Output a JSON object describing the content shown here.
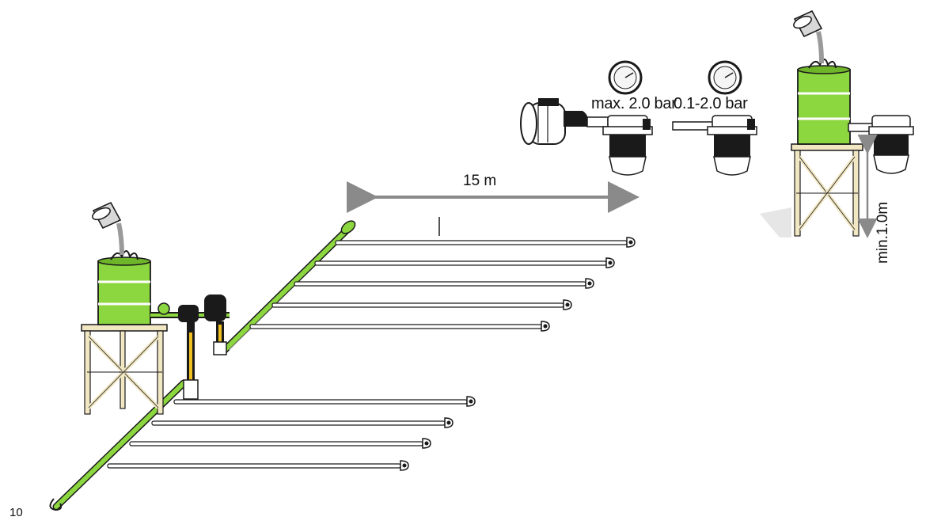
{
  "labels": {
    "distance": "15 m",
    "max_pressure": "max. 2.0 bar",
    "pressure_range": "0.1-2.0 bar",
    "min_height": "min.1.0m",
    "page_number": "10"
  },
  "colors": {
    "green": "#8cd63f",
    "green_dark": "#6fb52a",
    "outline": "#1a1a1a",
    "pipe": "#ffffff",
    "arrow": "#8a8a8a",
    "wood": "#f1e7c3",
    "tube_yellow": "#f0c020",
    "shadow": "#d6d6d6"
  },
  "icons": {
    "tank_left": "tank-stand-icon",
    "tank_right": "tank-stand-icon",
    "pump": "pump-icon",
    "gauge": "pressure-gauge-icon",
    "filter": "dosing-filter-icon",
    "dripper": "dripper-icon",
    "bucket": "pouring-bucket-icon"
  }
}
